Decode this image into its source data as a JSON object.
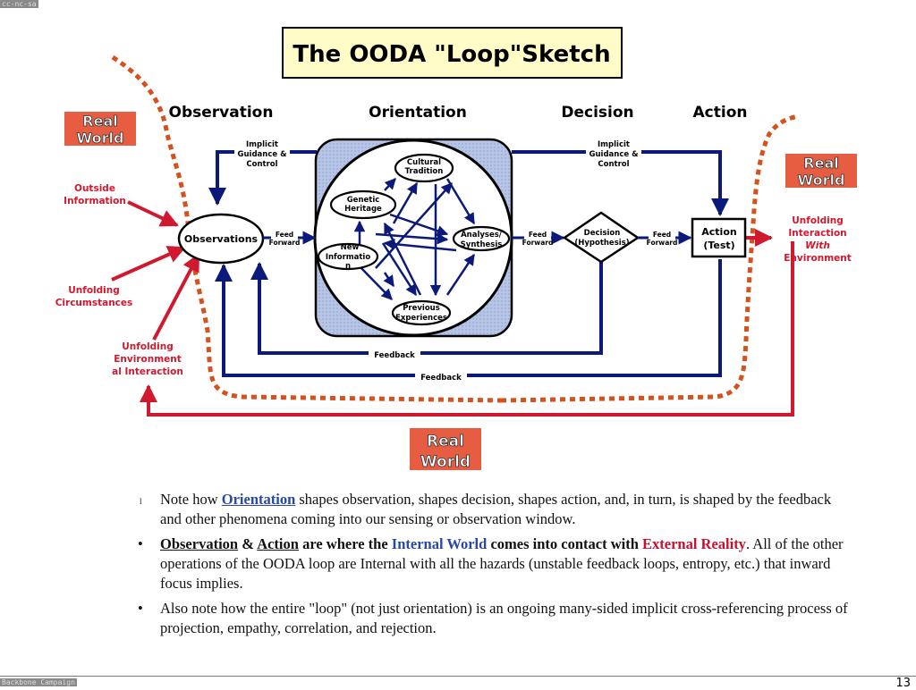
{
  "corner_tag": "cc-nc-sa",
  "footer_tag": "Backbone Campaign",
  "page_number": "13",
  "title": "The OODA \"Loop\"Sketch",
  "phases": [
    "Observation",
    "Orientation",
    "Decision",
    "Action"
  ],
  "real_world_label": [
    "Real",
    "World"
  ],
  "inputs": {
    "outside_information": [
      "Outside",
      "Information"
    ],
    "unfolding_circumstances": [
      "Unfolding",
      "Circumstances"
    ],
    "unfolding_environmental_interaction": [
      "Unfolding",
      "Environment",
      "al Interaction"
    ]
  },
  "implicit_guidance": [
    "Implicit",
    "Guidance &",
    "Control"
  ],
  "feed_forward": [
    "Feed",
    "Forward"
  ],
  "feedback": "Feedback",
  "nodes": {
    "observations": "Observations",
    "cultural_tradition": [
      "Cultural",
      "Tradition"
    ],
    "genetic_heritage": [
      "Genetic",
      "Heritage"
    ],
    "new_information": [
      "New",
      "Informatio",
      "n"
    ],
    "analyses_synthesis": [
      "Analyses/",
      "Synthesis"
    ],
    "previous_experiences": [
      "Previous",
      "Experiences"
    ],
    "decision": [
      "Decision",
      "(Hypothesis)"
    ],
    "action": [
      "Action",
      "(Test)"
    ]
  },
  "unfolding_interaction": [
    "Unfolding",
    "Interaction",
    "With",
    "Environment"
  ],
  "colors": {
    "navy": "#0b1a7a",
    "red": "#d0182e",
    "dashed_red": "#d4521e",
    "title_bg": "#fffcc8",
    "orient_bg": "#b6c4e6"
  },
  "notes": {
    "n1": {
      "bullet": "l",
      "prefix": "Note how ",
      "orientation": "Orientation",
      "rest": " shapes observation, shapes decision, shapes action, and, in turn, is shaped by the feedback and other phenomena coming into our sensing or observation window."
    },
    "n2": {
      "bullet": "•",
      "observation": "Observation",
      "amp": " & ",
      "action": "Action",
      "mid": " are where the ",
      "internal_world": "Internal World",
      "contact": " comes into contact with ",
      "external_reality": "External Reality",
      "rest": ".  All of the other operations  of the OODA loop are Internal with all the hazards (unstable feedback loops, entropy, etc.) that inward focus implies."
    },
    "n3": {
      "bullet": "•",
      "text": "Also note how the entire \"loop\" (not just orientation) is an ongoing many-sided implicit cross-referencing process of projection, empathy, correlation, and rejection."
    }
  }
}
